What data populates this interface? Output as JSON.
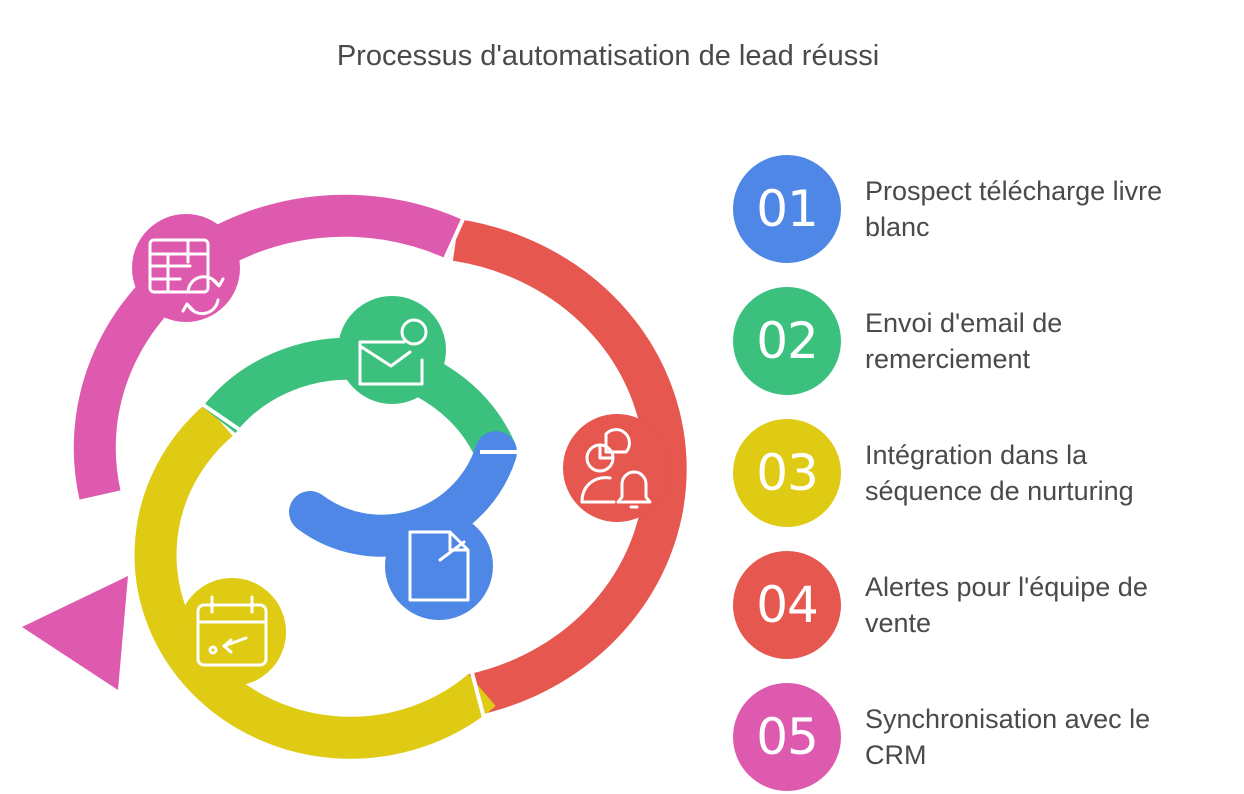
{
  "title": "Processus d'automatisation de lead réussi",
  "steps": [
    {
      "number": "01",
      "label": "Prospect télécharge livre blanc",
      "color": "#4E87E6",
      "icon": "document-icon"
    },
    {
      "number": "02",
      "label": "Envoi d'email de remerciement",
      "color": "#3CC07E",
      "icon": "email-notification-icon"
    },
    {
      "number": "03",
      "label": "Intégration dans la séquence de nurturing",
      "color": "#DFCA14",
      "icon": "calendar-icon"
    },
    {
      "number": "04",
      "label": "Alertes pour l'équipe de vente",
      "color": "#E5574F",
      "icon": "user-chart-bell-icon"
    },
    {
      "number": "05",
      "label": "Synchronisation avec le CRM",
      "color": "#DE5AAE",
      "icon": "table-sync-icon"
    }
  ]
}
